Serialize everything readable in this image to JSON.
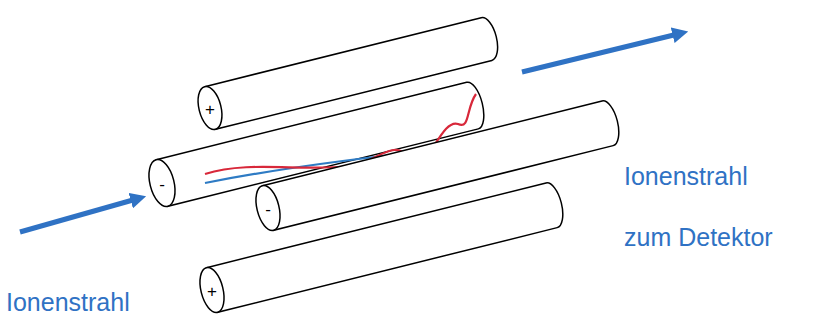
{
  "diagram": {
    "labels": [
      "+",
      "-",
      "-",
      "+",
      "Ionenstrahl",
      "zum Detektor",
      "Ionenstrahl"
    ]
  }
}
